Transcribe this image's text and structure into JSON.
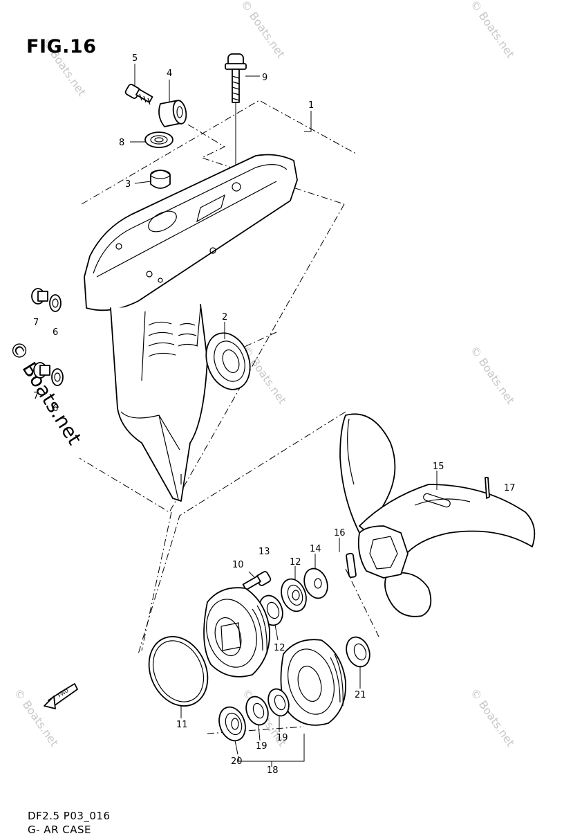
{
  "figure": {
    "title": "FIG.16",
    "code": "DF2.5 P03_016",
    "name": "G- AR CASE"
  },
  "watermark": {
    "text": "© Boats.net",
    "color": "#c8c8c8"
  },
  "callouts": {
    "c1": "1",
    "c2": "2",
    "c3": "3",
    "c4": "4",
    "c5": "5",
    "c6a": "6",
    "c6b": "6",
    "c7a": "7",
    "c7b": "7",
    "c8": "8",
    "c9": "9",
    "c10": "10",
    "c11": "11",
    "c12a": "12",
    "c12b": "12",
    "c13": "13",
    "c14": "14",
    "c15": "15",
    "c16": "16",
    "c17": "17",
    "c18": "18",
    "c19a": "19",
    "c19b": "19",
    "c20": "20",
    "c21": "21"
  },
  "fwd_label": "FWD"
}
